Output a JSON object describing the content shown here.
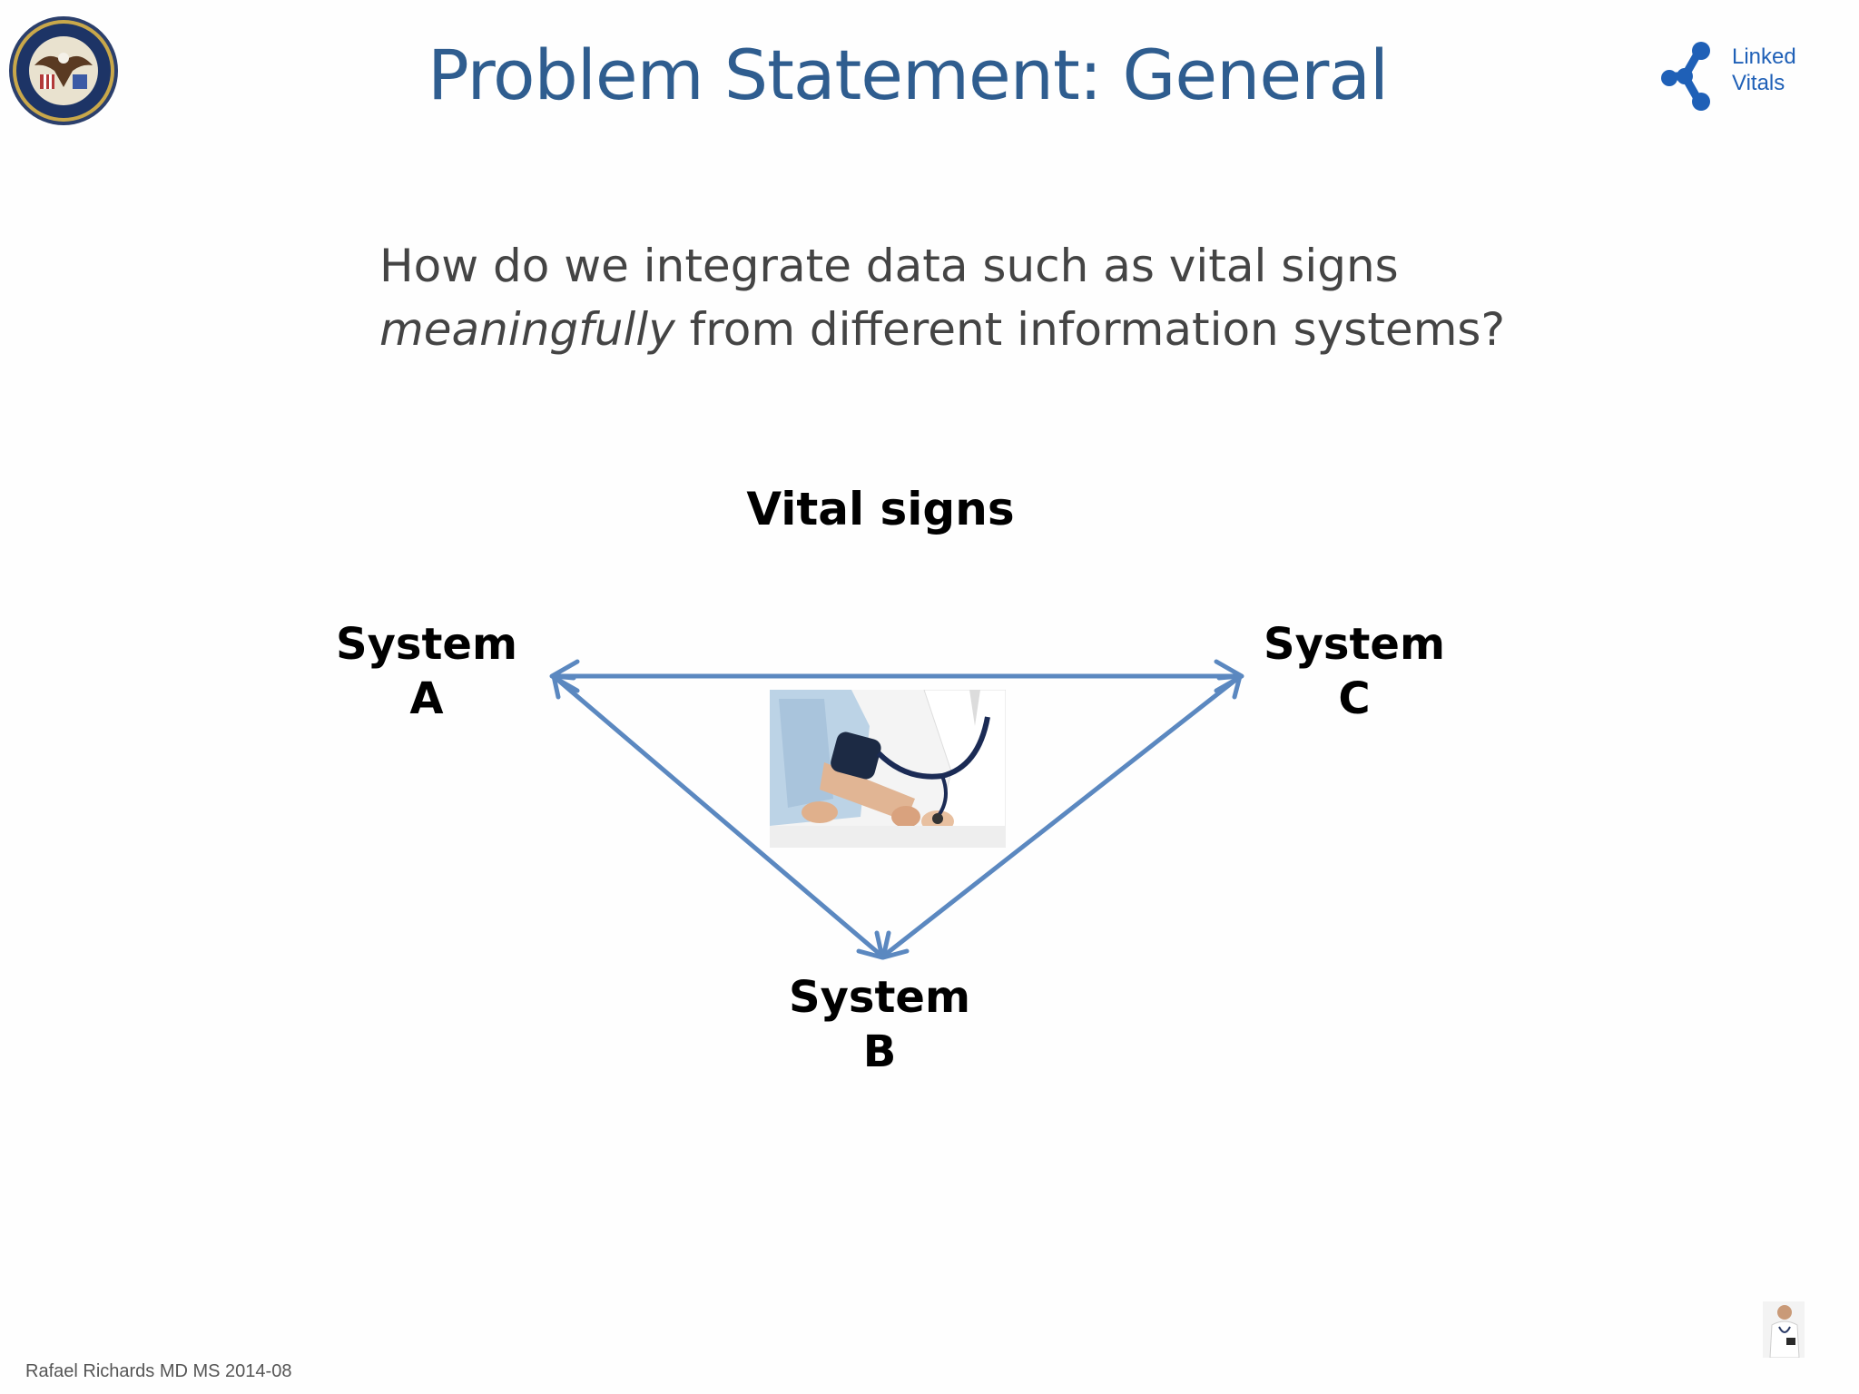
{
  "slide": {
    "title": "Problem Statement: General",
    "question_line1": "How do we integrate data such as vital signs",
    "question_line2_em": "meaningfully",
    "question_line2_rest": " from different information systems?",
    "footer": "Rafael Richards MD MS  2014-08"
  },
  "logo": {
    "line1": "Linked",
    "line2": "Vitals",
    "icon": "molecule-icon",
    "color": "#1f60b7"
  },
  "seal": {
    "icon": "va-seal-icon"
  },
  "diagram": {
    "center_label": "Vital signs",
    "nodes": [
      {
        "line1": "System",
        "line2": "A"
      },
      {
        "line1": "System",
        "line2": "B"
      },
      {
        "line1": "System",
        "line2": "C"
      }
    ],
    "edges": [
      {
        "from": "System A",
        "to": "System C",
        "bidirectional": true
      },
      {
        "from": "System A",
        "to": "System B",
        "bidirectional": true
      },
      {
        "from": "System C",
        "to": "System B",
        "bidirectional": true
      }
    ],
    "arrow_color": "#5b88c0",
    "photo": {
      "icon": "blood-pressure-photo"
    }
  },
  "corner_thumbnail": {
    "icon": "doctor-thumbnail-icon"
  }
}
